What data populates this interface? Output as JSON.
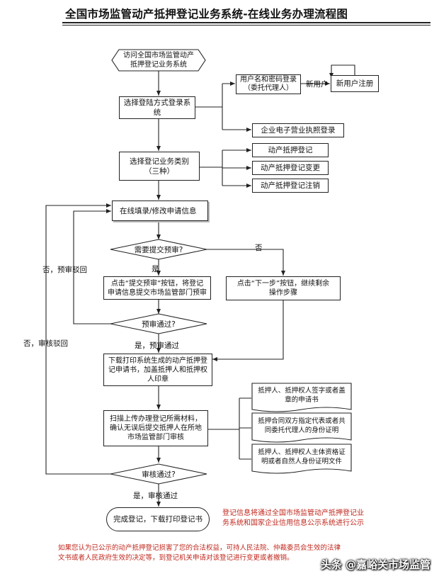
{
  "title": "全国市场监管动产抵押登记业务系统-在线业务办理流程图",
  "nodes": {
    "start": "访问全国市场监管动产\n抵押登记业务系统",
    "login_method": "选择登陆方式登录系统",
    "password_login": "用户名和密码登录\n（委托代理人）",
    "new_user_reg": "新用户注册",
    "enterprise_license": "企业电子营业执照登录",
    "select_category": "选择登记业务类别\n（三种）",
    "cat_registration": "动产抵押登记",
    "cat_change": "动产抵押登记变更",
    "cat_cancel": "动产抵押登记注销",
    "fill_info": "在线填录/修改申请信息",
    "need_precheck": "需要提交预审?",
    "submit_precheck": "点击“提交预审”按钮，将登记\n申请信息提交市场监管部门预审",
    "next_step": "点击“下一步”按钮，继续剩余\n操作步骤",
    "precheck_pass": "预审通过?",
    "download_print": "下载打印系统生成的动产抵押登\n记申请书，加盖抵押人和抵押权\n人印章",
    "scan_upload": "扫描上传办理登记所需材料，\n确认无误后提交抵押人在所地\n市场监管部门审核",
    "review_pass": "审核通过?",
    "finish": "完成登记，下载打印登记书"
  },
  "documents": [
    "抵押人、抵押权人签字或者盖\n章的申请书",
    "抵押合同双方指定代表或者共\n同委托代理人的身份证明",
    "抵押人、抵押权人主体资格证\n明或者自然人身份证明文件"
  ],
  "edge_labels": {
    "new_user": "新用户",
    "yes": "是",
    "no": "否",
    "precheck_rejected": "否，预审驳回",
    "yes_precheck_passed": "是，预审通过",
    "review_rejected": "否，审核驳回",
    "yes_review_passed": "是，审核通过"
  },
  "notes": {
    "registration_info": "登记信息将通过全国市场监管动产抵押登记业\n务系统和国家企业信用信息公示系统进行公示",
    "footer": "如果您认为已公示的动产抵押登记损害了您的合法权益，可持人民法院、仲裁委员会生效的法律\n文书或者人民政府生效的决定等，到登记机关申请对该登记进行变更或者撤销。"
  },
  "watermark": "头条 @嘉峪关市场监管",
  "colors": {
    "note_red": "#c0281e",
    "line": "#222222"
  }
}
